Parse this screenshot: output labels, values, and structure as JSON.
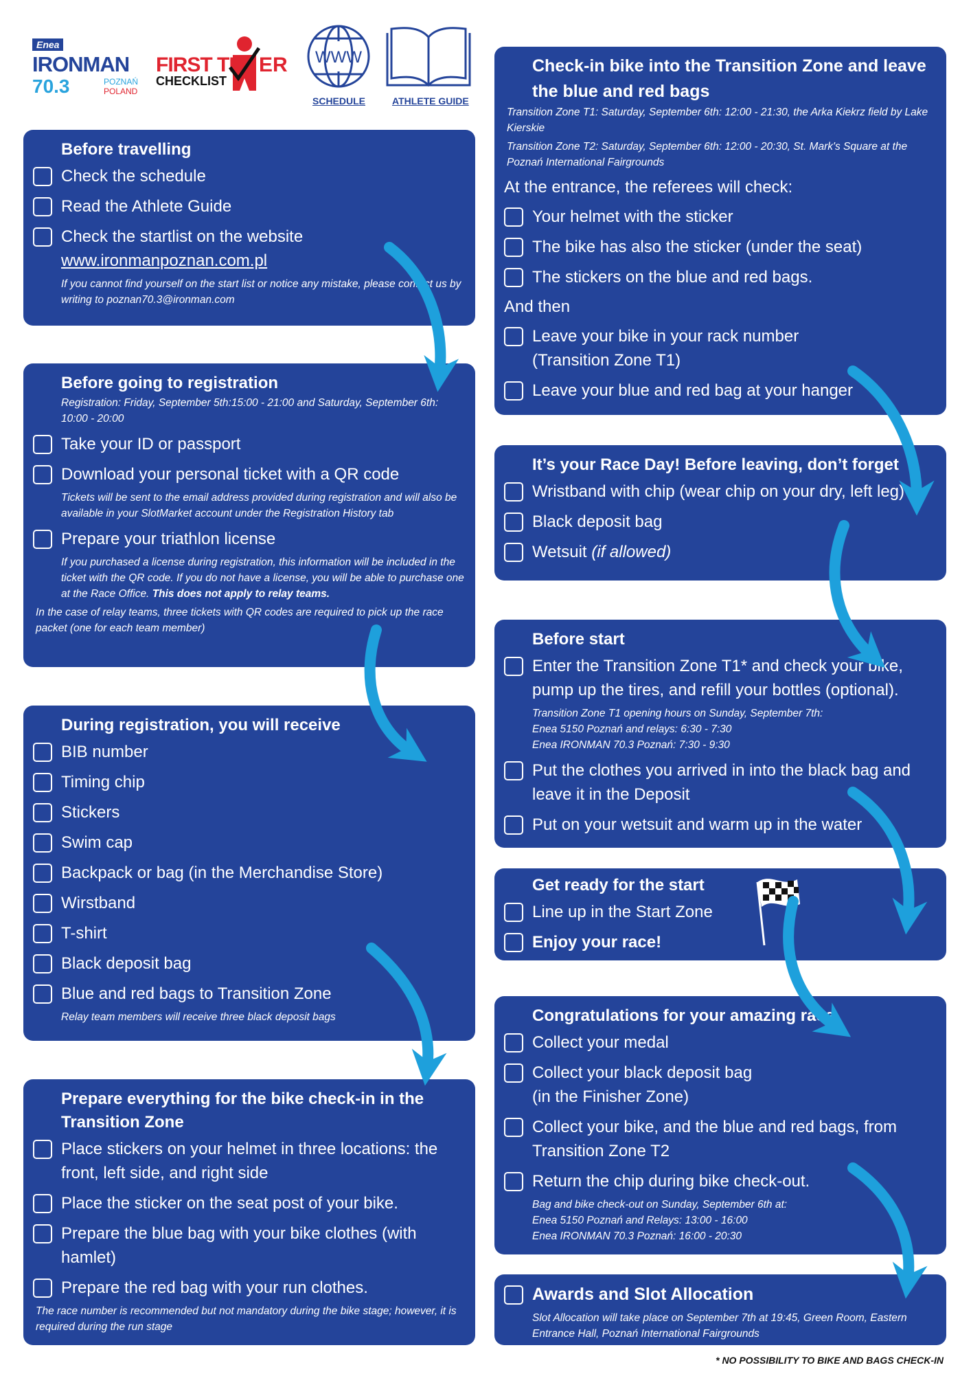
{
  "header": {
    "logo_brand": "Enea",
    "logo_name": "IRONMAN",
    "logo_distance": "70.3",
    "logo_city": "POZNAŃ",
    "logo_country": "POLAND",
    "checklist_title_a": "FIRST TI",
    "checklist_title_b": "ER",
    "checklist_subtitle": "CHECKLIST",
    "www_icon_text": "WWW",
    "schedule_label": "SCHEDULE",
    "athlete_guide_label": "ATHLETE GUIDE"
  },
  "colors": {
    "panel": "#24449a",
    "arrow": "#1ea0dc",
    "brand_red": "#e0242f"
  },
  "panels": [
    {
      "id": "travel",
      "title": "Before travelling",
      "items": [
        {
          "type": "check",
          "text": "Check the schedule"
        },
        {
          "type": "check",
          "text": "Read the Athlete Guide"
        },
        {
          "type": "check",
          "text": "Check the startlist on the website",
          "link": "www.ironmanpoznan.com.pl"
        },
        {
          "type": "note",
          "text": "If you cannot find yourself on the start list or notice any mistake, please contact us by writing to poznan70.3@ironman.com"
        }
      ]
    },
    {
      "id": "registration",
      "title": "Before going to registration",
      "items": [
        {
          "type": "note",
          "text": "Registration: Friday, September 5th:15:00 - 21:00  and Saturday, September 6th: 10:00 - 20:00"
        },
        {
          "type": "check",
          "text": "Take your ID or passport"
        },
        {
          "type": "check",
          "text": "Download your personal ticket with a QR code"
        },
        {
          "type": "note",
          "text": "Tickets will be sent to the email address provided during registration and will also be available in your SlotMarket account under the Registration History tab"
        },
        {
          "type": "check",
          "text": "Prepare your triathlon license"
        },
        {
          "type": "note",
          "text": "If you purchased a license during registration, this information will be included in the ticket with the QR code. If you do not have a license, you will be able to purchase one at the Race Office. ",
          "bold": "This does not apply to relay teams."
        },
        {
          "type": "note",
          "wide": true,
          "text": "In the case of relay teams, three tickets with QR codes are required to pick up the race packet (one for each team member)"
        }
      ]
    },
    {
      "id": "receive",
      "title": "During registration, you will receive",
      "items": [
        {
          "type": "check",
          "text": "BIB number"
        },
        {
          "type": "check",
          "text": "Timing chip"
        },
        {
          "type": "check",
          "text": "Stickers"
        },
        {
          "type": "check",
          "text": "Swim cap"
        },
        {
          "type": "check",
          "text": "Backpack or bag (in the Merchandise Store)"
        },
        {
          "type": "check",
          "text": "Wirstband"
        },
        {
          "type": "check",
          "text": "T-shirt"
        },
        {
          "type": "check",
          "text": "Black deposit bag"
        },
        {
          "type": "check",
          "text": "Blue and red bags to Transition Zone"
        },
        {
          "type": "note",
          "text": "Relay team members will receive three black deposit bags"
        }
      ]
    },
    {
      "id": "prepare",
      "title": "Prepare everything for the bike check-in in the Transition Zone",
      "items": [
        {
          "type": "check",
          "text": "Place stickers on your helmet in three locations: the front, left side, and right side"
        },
        {
          "type": "check",
          "text": "Place the sticker on the seat post of your bike."
        },
        {
          "type": "check",
          "text": "Prepare the blue bag with your bike clothes (with hamlet)"
        },
        {
          "type": "check",
          "text": "Prepare the red bag with your run clothes."
        },
        {
          "type": "note",
          "wide": true,
          "text": "The race number is recommended but not mandatory during the bike stage; however, it is required during the run stage"
        }
      ]
    },
    {
      "id": "checkin",
      "title": "Check-in bike into the Transition Zone and leave the blue and red bags",
      "big": true,
      "items": [
        {
          "type": "note",
          "wide": true,
          "text": "Transition Zone T1: Saturday, September 6th: 12:00 - 21:30, the Arka Kiekrz field by Lake Kierskie"
        },
        {
          "type": "note",
          "wide": true,
          "text": "Transition Zone T2: Saturday, September 6th: 12:00 - 20:30, St. Mark's Square at the Poznań International Fairgrounds"
        },
        {
          "type": "plain",
          "text": "At the entrance, the referees will check:"
        },
        {
          "type": "check",
          "text": "Your helmet with the sticker"
        },
        {
          "type": "check",
          "text": "The bike has also the sticker (under the seat)"
        },
        {
          "type": "check",
          "text": "The stickers on the blue and red bags."
        },
        {
          "type": "plain",
          "text": "And then"
        },
        {
          "type": "check",
          "text": "Leave your bike in your rack number\n(Transition Zone T1)"
        },
        {
          "type": "check",
          "text": "Leave your blue and red bag at your hanger"
        }
      ]
    },
    {
      "id": "raceday",
      "title": "It’s your Race Day! Before leaving, don’t forget",
      "items": [
        {
          "type": "check",
          "text": "Wristband with chip (wear chip on your dry, left leg)"
        },
        {
          "type": "check",
          "text": "Black deposit bag"
        },
        {
          "type": "check",
          "text": "Wetsuit ",
          "italic": "(if allowed)"
        }
      ]
    },
    {
      "id": "beforestart",
      "title": "Before start",
      "items": [
        {
          "type": "check",
          "text": "Enter the Transition Zone T1* and check your bike, pump up the tires, and refill your bottles (optional)."
        },
        {
          "type": "note",
          "text": "Transition Zone T1 opening hours on Sunday, September 7th:\nEnea 5150 Poznań and relays: 6:30 - 7:30\nEnea IRONMAN 70.3 Poznań: 7:30 - 9:30"
        },
        {
          "type": "check",
          "text": "Put the clothes you arrived in into the black bag and leave it in the Deposit"
        },
        {
          "type": "check",
          "text": "Put on your wetsuit and warm up in the water"
        }
      ]
    },
    {
      "id": "getready",
      "title": "Get ready for the start",
      "items": [
        {
          "type": "check",
          "text": "Line up in the Start Zone"
        },
        {
          "type": "check",
          "text": "",
          "bold": "Enjoy your race!"
        }
      ]
    },
    {
      "id": "congrats",
      "title": "Congratulations for your amazing race",
      "items": [
        {
          "type": "check",
          "text": "Collect your medal"
        },
        {
          "type": "check",
          "text": "Collect your black deposit bag\n(in the Finisher Zone)"
        },
        {
          "type": "check",
          "text": "Collect your bike, and the blue and red bags, from Transition Zone T2"
        },
        {
          "type": "check",
          "text": "Return the chip during bike check-out."
        },
        {
          "type": "note",
          "text": "Bag and bike check-out on Sunday, September 6th at:\nEnea 5150 Poznań and Relays: 13:00 - 16:00\nEnea IRONMAN 70.3 Poznań: 16:00 - 20:30"
        }
      ]
    },
    {
      "id": "awards",
      "title": "Awards and Slot Allocation",
      "checkbox_title": true,
      "items": [
        {
          "type": "note",
          "text": "Slot Allocation will take place on September 7th at 19:45, Green Room, Eastern Entrance Hall, Poznań International Fairgrounds"
        }
      ]
    }
  ],
  "footnote": "* NO POSSIBILITY TO BIKE AND BAGS CHECK-IN"
}
